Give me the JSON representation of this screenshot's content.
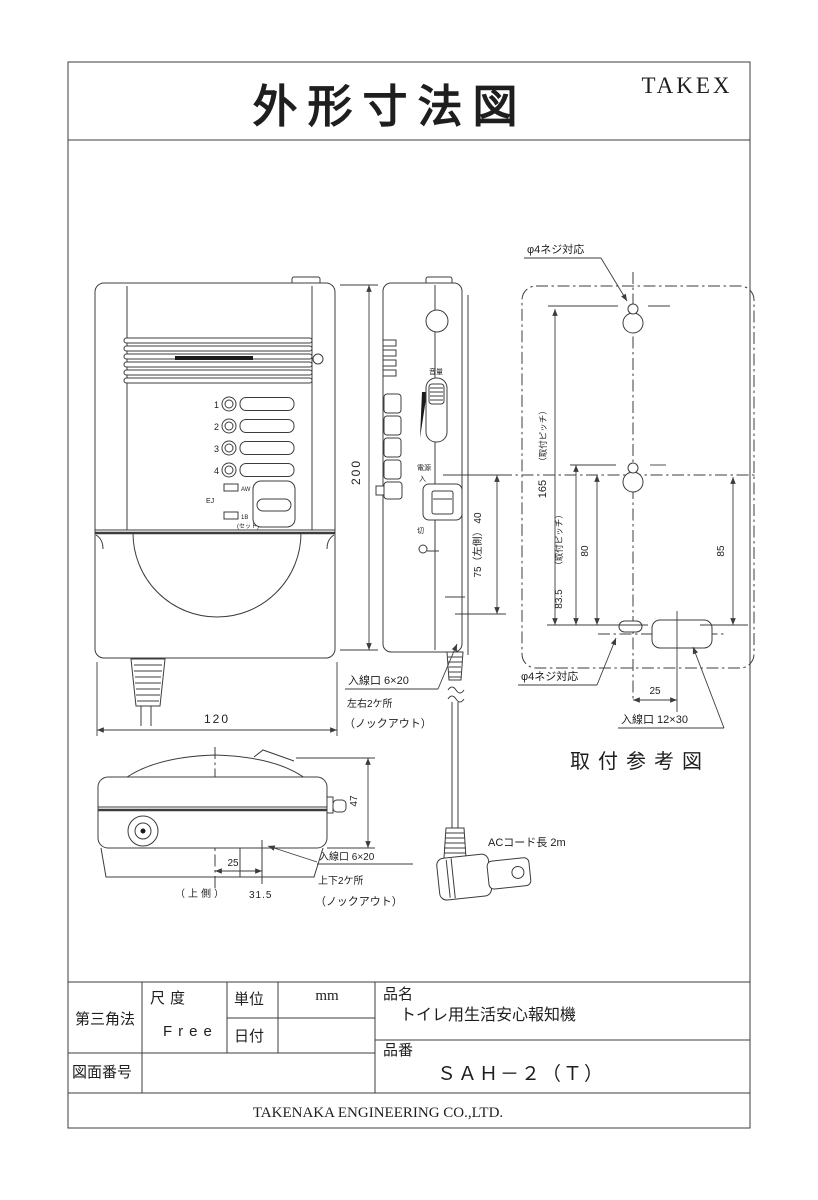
{
  "header": {
    "brand": "TAKEX",
    "title": "外形寸法図"
  },
  "front_view": {
    "width_dim": "120",
    "height_dim": "200",
    "led_numbers": [
      "1",
      "2",
      "3",
      "4"
    ],
    "micro_labels": {
      "top": "AW",
      "left": "EJ",
      "bottom": "1B",
      "set": "(セット)"
    }
  },
  "side_view": {
    "volume_label": "音量",
    "power_label": "電源",
    "power_on": "入",
    "power_off": "切",
    "offset_dim": "75（左側） 40",
    "inlet_size": "入線口 6×20",
    "inlet_places": "左右2ケ所",
    "inlet_type": "（ノックアウト）",
    "ac_cord_label": "ACコード長 2m"
  },
  "mount_view": {
    "caption": "取付参考図",
    "screw_note_top": "φ4ネジ対応",
    "screw_note_bottom": "φ4ネジ対応",
    "pitch_165": "165",
    "pitch_165_note": "（取付ピッチ）",
    "pitch_835": "83.5",
    "pitch_835_note": "（取付ピッチ）",
    "dim_80": "80",
    "dim_85": "85",
    "dim_25": "25",
    "inlet_label": "入線口 12×30"
  },
  "bottom_view": {
    "height_dim": "47",
    "dim_25": "25",
    "upper_side_note": "（上側）",
    "dim_315": "31.5",
    "inlet_size": "入線口 6×20",
    "inlet_places": "上下2ケ所",
    "inlet_type": "（ノックアウト）"
  },
  "title_block": {
    "projection": "第三角法",
    "scale_label": "尺度",
    "scale_value": "Free",
    "unit_label": "単位",
    "unit_value": "mm",
    "date_label": "日付",
    "drawing_no_label": "図面番号",
    "product_name_label": "品名",
    "product_name": "トイレ用生活安心報知機",
    "product_no_label": "品番",
    "product_no": "ＳＡＨ－２（Ｔ）"
  },
  "footer": {
    "company": "TAKENAKA ENGINEERING CO.,LTD."
  }
}
